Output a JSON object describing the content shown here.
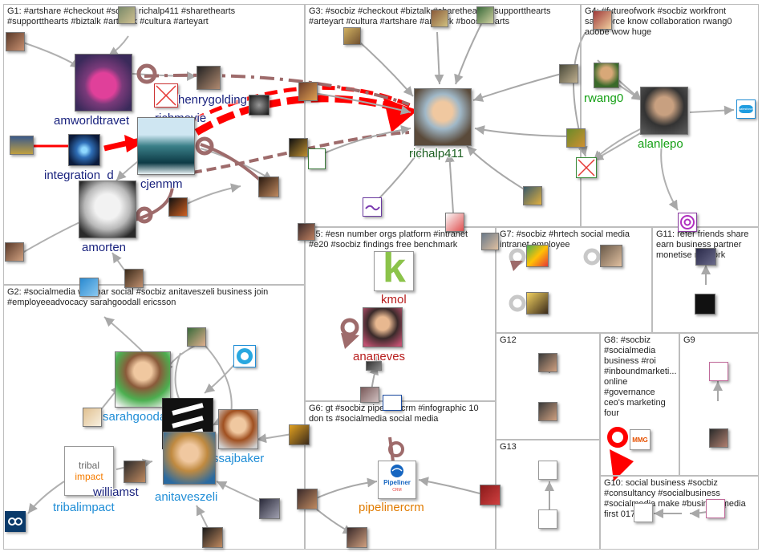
{
  "graph": {
    "groups": [
      {
        "id": "G1",
        "label": "G1: #artshare #checkout #socbiz richalp411 #sharethearts\n#supportthearts #biztalk #artwork #cultura #arteyart"
      },
      {
        "id": "G2",
        "label": "G2: #socialmedia webinar social #socbiz anitaveszeli business join\n#employeeadvocacy sarahgoodall ericsson"
      },
      {
        "id": "G3",
        "label": "G3: #socbiz #checkout #biztalk #sharethearts #supportthearts\n#arteyart #cultura #artshare #artwork #boostthearts"
      },
      {
        "id": "G4",
        "label": "G4: #futureofwork #socbiz workfront\nsalesforce know collaboration rwang0\nadobe wow huge"
      },
      {
        "id": "G5",
        "label": "G5: #esn number orgs platform #intranet\n#e20 #socbiz findings free benchmark"
      },
      {
        "id": "G6",
        "label": "G6: gt #socbiz pipelinercrm #infographic 10\ndon ts #socialmedia social media"
      },
      {
        "id": "G7",
        "label": "G7: #socbiz #hrtech social media\nintranet employee"
      },
      {
        "id": "G8",
        "label": "G8: #socbiz\n#socialmedia\nbusiness #roi\n#inboundmarketi...\nonline\n#governance\nceo's marketing\nfour"
      },
      {
        "id": "G9",
        "label": "G9"
      },
      {
        "id": "G10",
        "label": "G10: social business #socbiz\n#consultancy #socialbusiness\n#socialmedia make #businessmedia\nfirst 01793"
      },
      {
        "id": "G11",
        "label": "G11: refer friends share\nearn business partner\nmonetise network"
      },
      {
        "id": "G12",
        "label": "G12"
      },
      {
        "id": "G13",
        "label": "G13"
      }
    ],
    "labeled_nodes": [
      {
        "id": "amworldtravet",
        "label": "amworldtravet"
      },
      {
        "id": "henrygolding",
        "label": "henrygolding"
      },
      {
        "id": "richmovie",
        "label": "richmovie"
      },
      {
        "id": "integration_d",
        "label": "integration_d"
      },
      {
        "id": "cjenmm",
        "label": "cjenmm"
      },
      {
        "id": "amorten",
        "label": "amorten"
      },
      {
        "id": "richalp411",
        "label": "richalp411"
      },
      {
        "id": "rwang0",
        "label": "rwang0"
      },
      {
        "id": "alanlepo",
        "label": "alanlepo"
      },
      {
        "id": "kmol",
        "label": "kmol"
      },
      {
        "id": "ananeves",
        "label": "ananeves"
      },
      {
        "id": "pipelinercrm",
        "label": "pipelinercrm"
      },
      {
        "id": "sarahgoodall",
        "label": "sarahgoodall"
      },
      {
        "id": "ssajbaker",
        "label": "ssajbaker"
      },
      {
        "id": "williamst",
        "label": "williamst"
      },
      {
        "id": "anitaveszeli",
        "label": "anitaveszeli"
      },
      {
        "id": "tribalimpact",
        "label": "tribalimpact"
      }
    ],
    "logo_text": {
      "kmol_logo": "k",
      "tribal_logo_1": "tribal",
      "tribal_logo_2": "impact",
      "pipeliner_logo_1": "Pipeliner",
      "pipeliner_logo_2": "CRM",
      "salesforce_logo": "salesforce",
      "mmg_logo": "MMG"
    },
    "colors": {
      "navy": "#1a237e",
      "green": "#15a015",
      "blue": "#1f8dd6",
      "orange": "#e07b00",
      "red": "#b71c1c",
      "edge_red": "#ff0000",
      "edge_brown": "#9e6b6b",
      "edge_gray": "#b0b0b0"
    }
  }
}
